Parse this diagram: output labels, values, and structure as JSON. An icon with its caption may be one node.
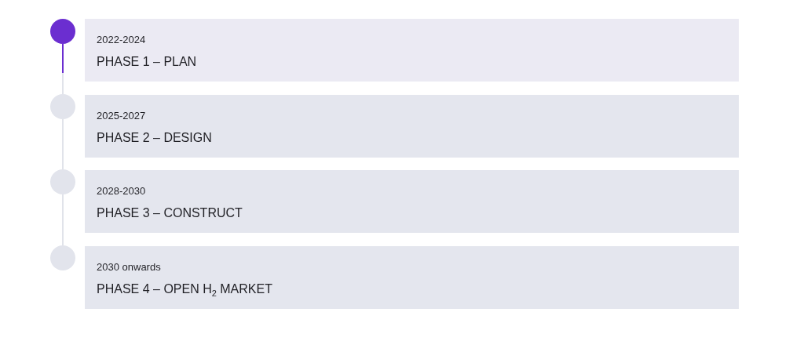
{
  "diagram": {
    "nodes": [
      {
        "text": [],
        "shape": "circle"
      },
      {
        "text": [
          "2022-2024",
          "PHASE 1 – PLAN"
        ]
      },
      {
        "text": [],
        "shape": "circle"
      },
      {
        "text": [
          "2025-2027",
          "PHASE 2 – DESIGN"
        ]
      },
      {
        "text": [],
        "shape": "circle"
      },
      {
        "text": [
          "2028-2030",
          "PHASE 3 – CONSTRUCT"
        ]
      },
      {
        "text": [],
        "shape": "circle"
      },
      {
        "text": [
          "2030 onwards",
          "PHASE 4 – OPEN H$_{2}$ MARKET"
        ]
      }
    ],
    "edges": [
      {
        "from": 0,
        "to": 2,
        "arrow": "none",
        "color": "#6b2ed0"
      },
      {
        "from": 2,
        "to": 4,
        "arrow": "none"
      },
      {
        "from": 4,
        "to": 6,
        "arrow": "none"
      }
    ]
  }
}
